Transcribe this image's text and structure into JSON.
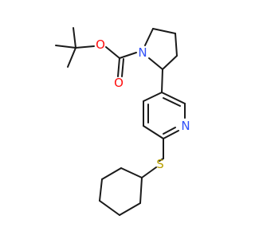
{
  "molecule": {
    "atoms": [
      {
        "id": "O_ester",
        "label": "O",
        "color": "#ff0d0d"
      },
      {
        "id": "N_pyrrolidine",
        "label": "N",
        "color": "#3050f8"
      },
      {
        "id": "O_carbonyl",
        "label": "O",
        "color": "#ff0d0d"
      },
      {
        "id": "N_pyridine",
        "label": "N",
        "color": "#3050f8"
      },
      {
        "id": "S_thioether",
        "label": "S",
        "color": "#b8a000"
      }
    ],
    "bond_color": "#1a1a1a"
  }
}
